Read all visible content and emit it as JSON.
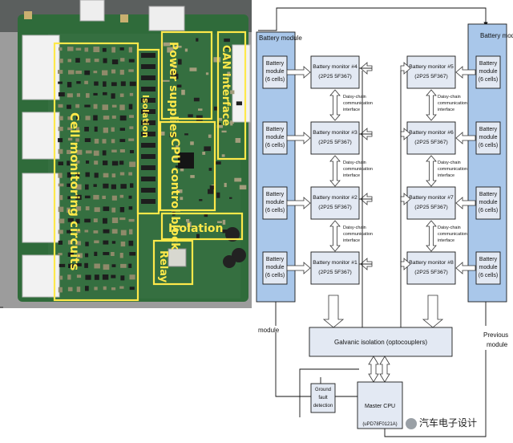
{
  "photo": {
    "labels": {
      "cell_monitoring": "Cell monitoring circuits",
      "isolation_vertical": "Isolation",
      "power_supplies": "Power supplies",
      "can_interface": "CAN interface",
      "cpu_control": "CPU control block",
      "isolation_horizontal": "Isolation",
      "relay": "Relay"
    },
    "colors": {
      "pcb": "#2f6b3a",
      "highlight": "#ffe94a"
    }
  },
  "diagram": {
    "battery_module_col": "Battery module",
    "battery_module": "Battery module",
    "cells": "(6 cells)",
    "monitors_left": [
      "Battery monitor #4",
      "Battery monitor #3",
      "Battery monitor #2",
      "Battery monitor #1"
    ],
    "monitors_right": [
      "Battery monitor #5",
      "Battery monitor #6",
      "Battery monitor #7",
      "Battery monitor #8"
    ],
    "part": "(2P25 5F367)",
    "daisy": [
      "Daisy-chain",
      "communication",
      "interface"
    ],
    "galvanic": "Galvanic isolation (optocouplers)",
    "ground_fault": [
      "Ground",
      "fault",
      "detection"
    ],
    "master_cpu": "Master CPU",
    "master_part": "(uPD78F0121A)",
    "next_module": "module",
    "previous_module": [
      "Previous",
      "module"
    ],
    "colors": {
      "block_fill": "#e3e9f3",
      "column_fill": "#a9c7ea"
    }
  },
  "watermark": "汽车电子设计"
}
